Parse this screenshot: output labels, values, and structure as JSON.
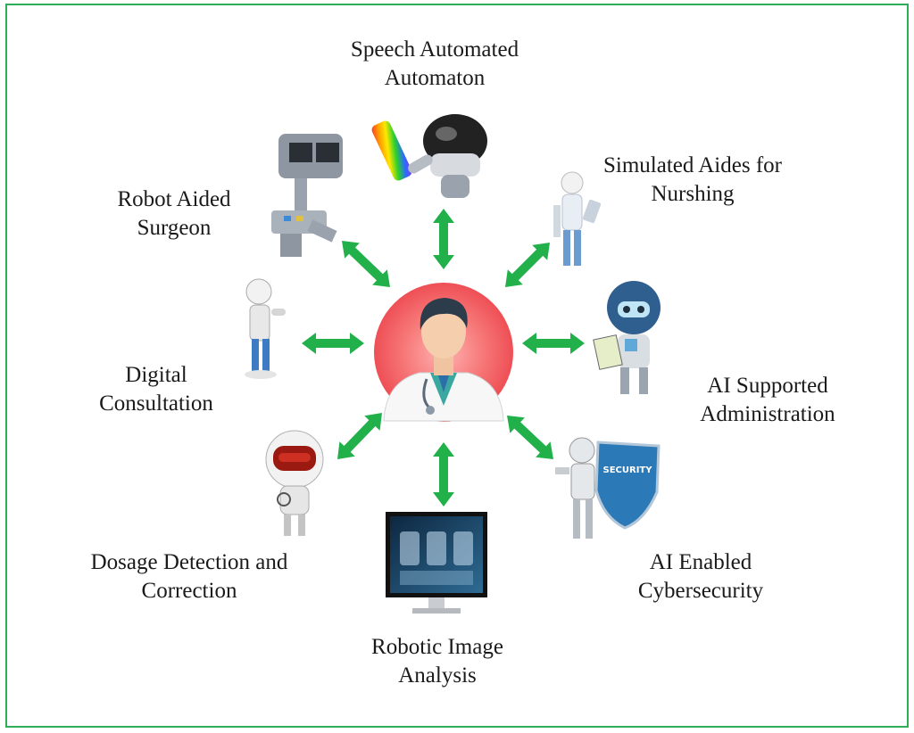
{
  "colors": {
    "frame": "#2fae5a",
    "arrow": "#22b04b",
    "center_glow": "#f25b5b"
  },
  "center": {
    "icon": "doctor-icon"
  },
  "nodes": [
    {
      "id": "speech",
      "icon": "speaking-robot-icon",
      "lines": [
        "Speech Automated",
        "Automaton"
      ]
    },
    {
      "id": "nursing",
      "icon": "nurse-robot-icon",
      "lines": [
        "Simulated Aides for",
        "Nurshing"
      ]
    },
    {
      "id": "admin",
      "icon": "clipboard-robot-icon",
      "lines": [
        "AI Supported",
        "Administration"
      ]
    },
    {
      "id": "cyber",
      "icon": "security-shield-robot-icon",
      "lines": [
        "AI Enabled",
        "Cybersecurity"
      ]
    },
    {
      "id": "image",
      "icon": "xray-monitor-icon",
      "lines": [
        "Robotic Image",
        "Analysis"
      ]
    },
    {
      "id": "dosage",
      "icon": "stethoscope-robot-icon",
      "lines": [
        "Dosage Detection and",
        "Correction"
      ]
    },
    {
      "id": "consult",
      "icon": "consulting-figure-icon",
      "lines": [
        "Digital",
        "Consultation"
      ]
    },
    {
      "id": "surgeon",
      "icon": "surgical-robot-icon",
      "lines": [
        "Robot Aided",
        "Surgeon"
      ]
    }
  ]
}
